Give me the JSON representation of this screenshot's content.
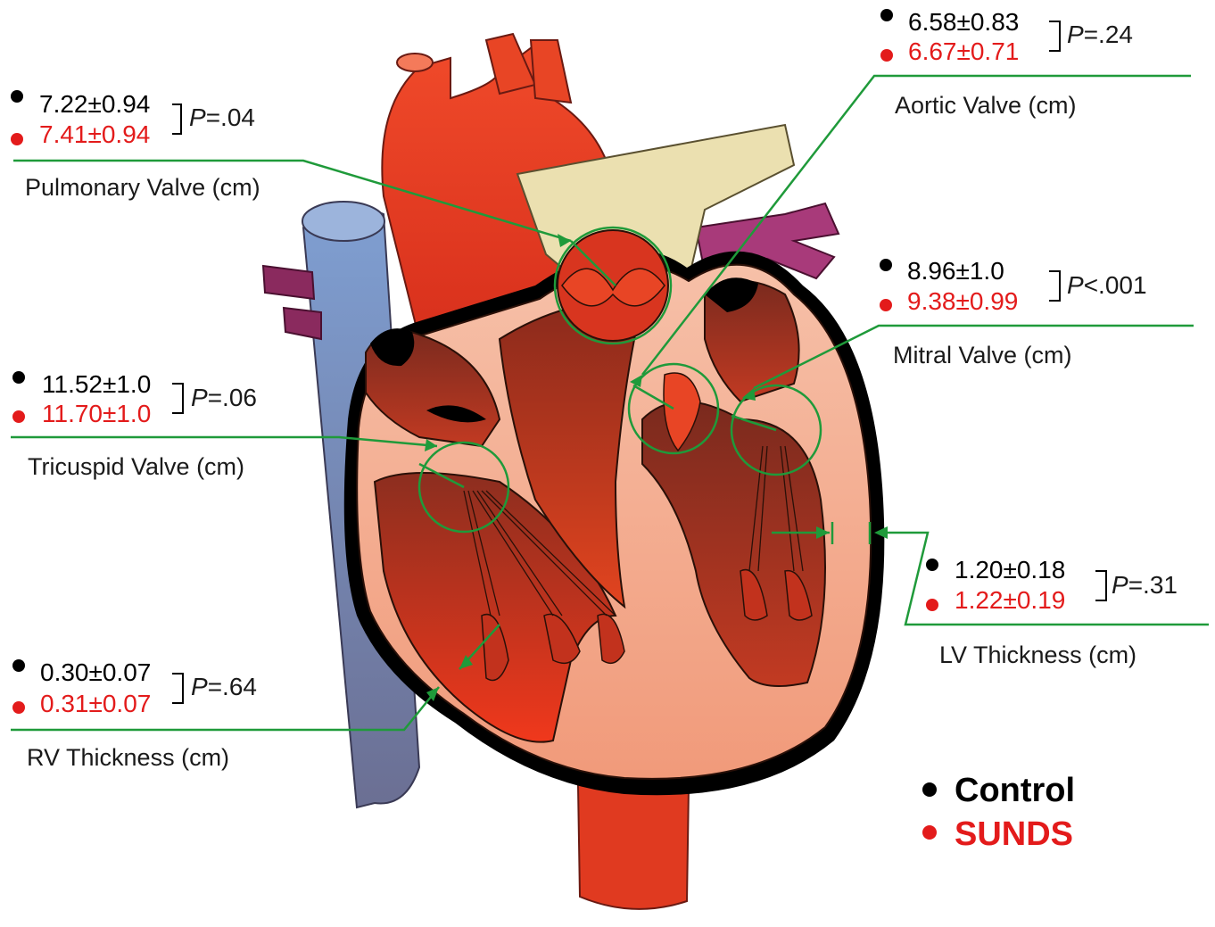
{
  "colors": {
    "control": "#000000",
    "sunds": "#e31b1b",
    "pointer": "#1f9a3a"
  },
  "legend": {
    "control_label": "Control",
    "sunds_label": "SUNDS"
  },
  "measurements": [
    {
      "id": "pulmonary",
      "label": "Pulmonary Valve (cm)",
      "control": "7.22±0.94",
      "sunds": "7.41±0.94",
      "p_symbol": "P",
      "p_rest": "=.04"
    },
    {
      "id": "aortic",
      "label": "Aortic Valve (cm)",
      "control": "6.58±0.83",
      "sunds": "6.67±0.71",
      "p_symbol": "P",
      "p_rest": "=.24"
    },
    {
      "id": "mitral",
      "label": "Mitral Valve (cm)",
      "control": "8.96±1.0",
      "sunds": "9.38±0.99",
      "p_symbol": "P",
      "p_rest": "<.001"
    },
    {
      "id": "tricuspid",
      "label": "Tricuspid Valve (cm)",
      "control": "11.52±1.0",
      "sunds": "11.70±1.0",
      "p_symbol": "P",
      "p_rest": "=.06"
    },
    {
      "id": "lv",
      "label": "LV Thickness (cm)",
      "control": "1.20±0.18",
      "sunds": "1.22±0.19",
      "p_symbol": "P",
      "p_rest": "=.31"
    },
    {
      "id": "rv",
      "label": "RV Thickness (cm)",
      "control": "0.30±0.07",
      "sunds": "0.31±0.07",
      "p_symbol": "P",
      "p_rest": "=.64"
    }
  ]
}
